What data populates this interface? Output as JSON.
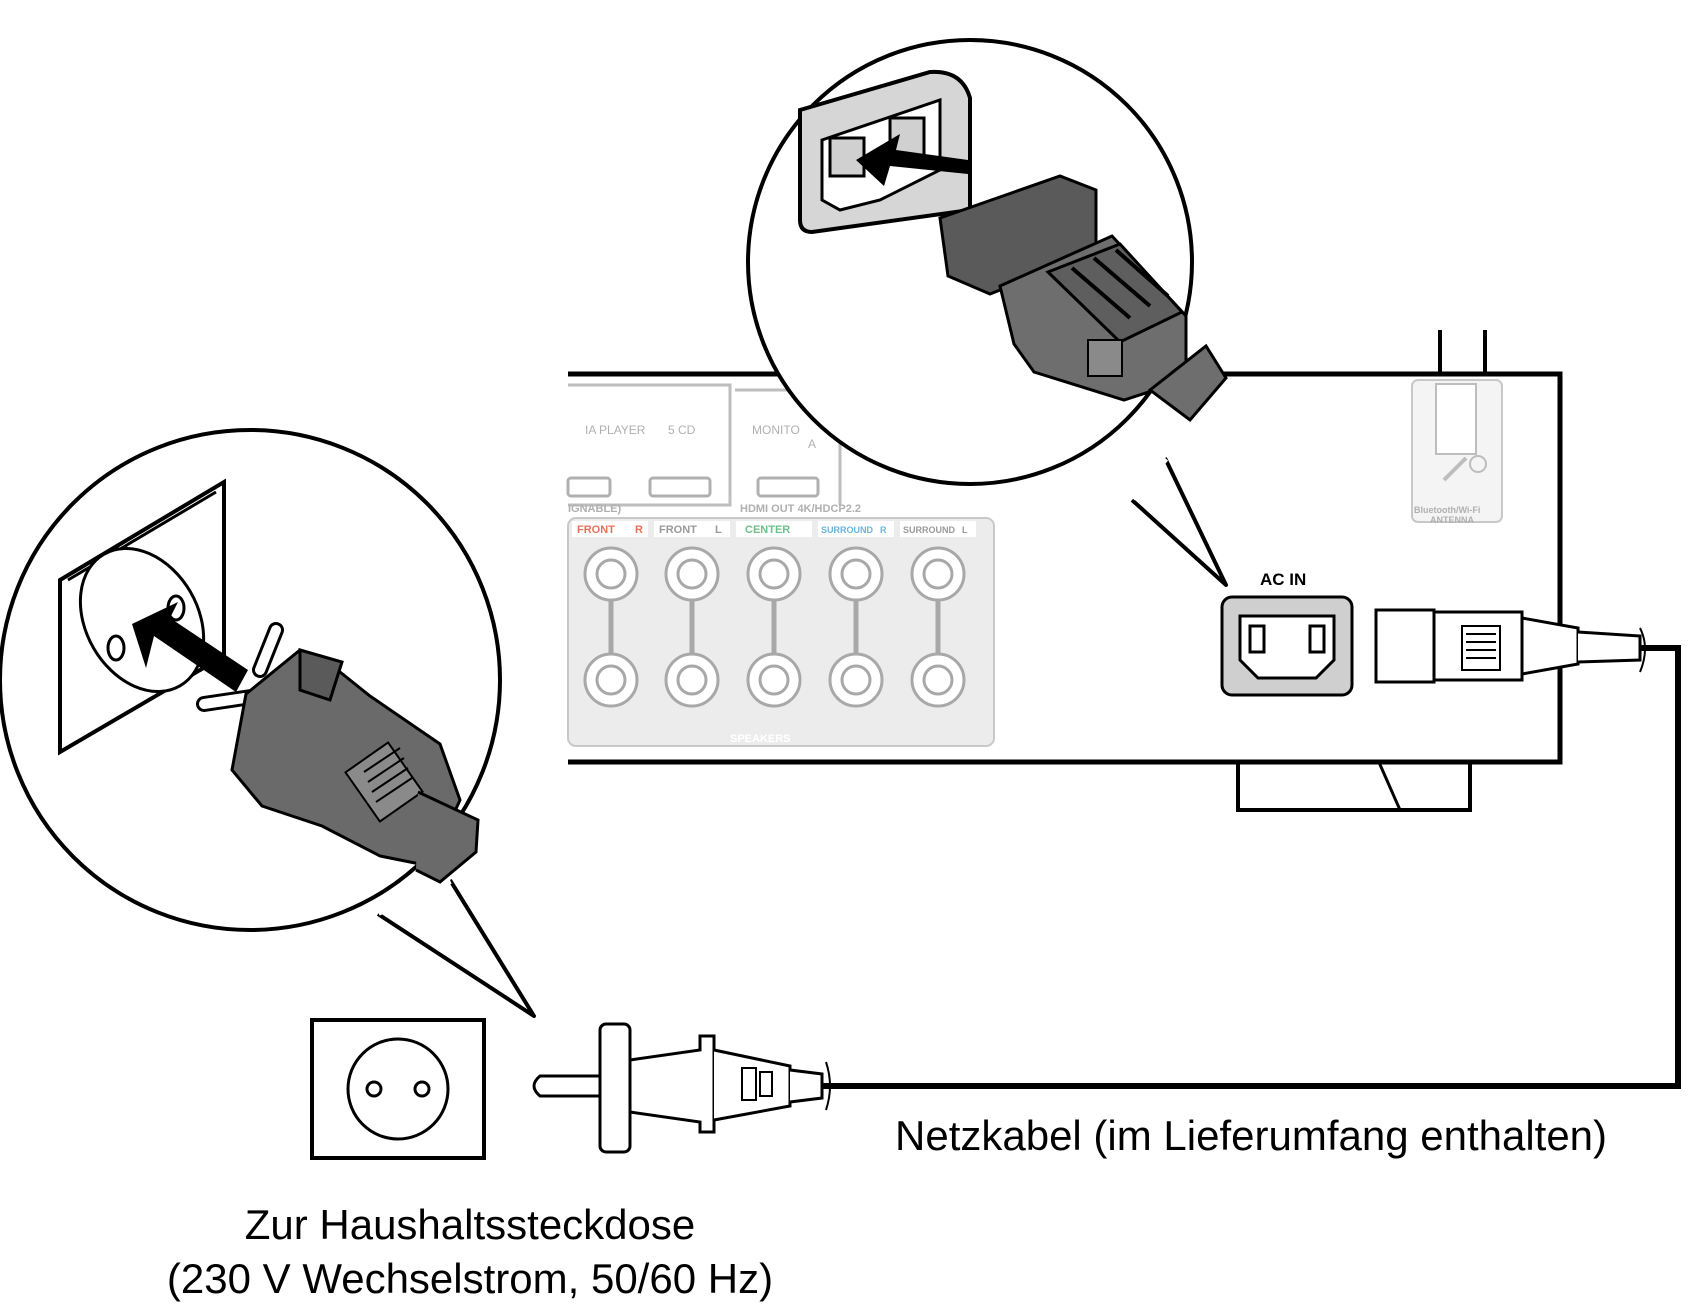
{
  "receiver_panel": {
    "inputs": [
      {
        "label": "IA PLAYER"
      },
      {
        "label": "5 CD"
      }
    ],
    "input_group_label": "IGNABLE)",
    "monitor_label": "MONITO",
    "monitor_sub": "A",
    "hdmi_out_label": "HDMI OUT 4K/HDCP2.2",
    "speaker_channels": [
      {
        "name": "FRONT",
        "side": "R",
        "color": "#e8705a"
      },
      {
        "name": "FRONT",
        "side": "L",
        "color": "#9a9a9a"
      },
      {
        "name": "CENTER",
        "side": "",
        "color": "#6cc08a"
      },
      {
        "name": "SURROUND",
        "side": "R",
        "color": "#6ab4de"
      },
      {
        "name": "SURROUND",
        "side": "L",
        "color": "#6ab4de"
      }
    ],
    "speakers_label": "SPEAKERS",
    "antenna_label_1": "Bluetooth/Wi-Fi",
    "antenna_label_2": "ANTENNA",
    "ac_in_label": "AC IN"
  },
  "captions": {
    "power_cord": "Netzkabel (im Lieferumfang enthalten)",
    "outlet_line1": "Zur Haushaltssteckdose",
    "outlet_line2": "(230 V Wechselstrom, 50/60 Hz)"
  }
}
